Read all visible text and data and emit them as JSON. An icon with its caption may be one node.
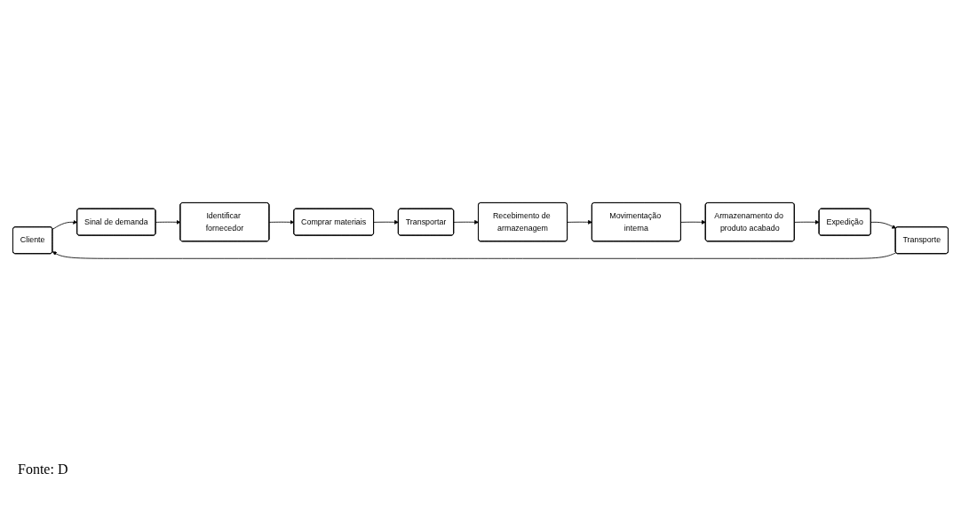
{
  "diagram": {
    "nodes": [
      {
        "text": [
          "Cliente"
        ]
      },
      {
        "text": [
          "Transporte"
        ]
      },
      {
        "text": [
          "Sinal de demanda"
        ]
      },
      {
        "text": [
          "Identificar fornecedor"
        ]
      },
      {
        "text": [
          "Comprar materiais"
        ]
      },
      {
        "text": [
          "Transportar"
        ]
      },
      {
        "text": [
          "Recebimento de armazenagem"
        ]
      },
      {
        "text": [
          "Movimentação interna"
        ]
      },
      {
        "text": [
          "Armazenamento do produto acabado"
        ]
      },
      {
        "text": [
          "Expedição"
        ]
      }
    ],
    "edges": [
      {
        "from": 1,
        "to": 0,
        "arrow": "to"
      },
      {
        "from": 0,
        "to": 2,
        "arrow": "to"
      },
      {
        "from": 2,
        "to": 3,
        "arrow": "to"
      },
      {
        "from": 3,
        "to": 4,
        "arrow": "to"
      },
      {
        "from": 4,
        "to": 5,
        "arrow": "to"
      },
      {
        "from": 5,
        "to": 6,
        "arrow": "to"
      },
      {
        "from": 6,
        "to": 7,
        "arrow": "to"
      },
      {
        "from": 7,
        "to": 8,
        "arrow": "to"
      },
      {
        "from": 8,
        "to": 9,
        "arrow": "to"
      },
      {
        "from": 9,
        "to": 1,
        "arrow": "to"
      }
    ],
    "labels": [
      "Fonte: D"
    ]
  }
}
